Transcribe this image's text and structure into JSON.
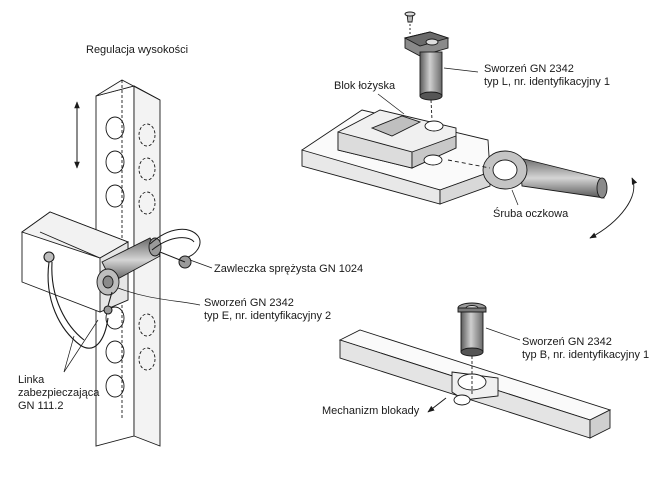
{
  "colors": {
    "line": "#1a1a1a",
    "steel_light": "#d9d9d9",
    "steel_mid": "#9a9a9a",
    "steel_dark": "#4a4a4a",
    "background": "#ffffff"
  },
  "labels": {
    "height_adjust": "Regulacja wysokości",
    "bearing_block": "Blok łożyska",
    "pin_type_l": [
      "Sworzeń GN 2342",
      "typ L, nr. identyfikacyjny 1"
    ],
    "eye_bolt": "Śruba oczkowa",
    "spring_cotter": "Zawleczka sprężysta GN 1024",
    "pin_type_e": [
      "Sworzeń GN 2342",
      "typ E, nr. identyfikacyjny 2"
    ],
    "safety_cable": [
      "Linka",
      "zabezpieczająca",
      "GN 111.2"
    ],
    "pin_type_b": [
      "Sworzeń GN 2342",
      "typ B, nr. identyfikacyjny 1"
    ],
    "locking_mechanism": "Mechanizm blokady"
  }
}
